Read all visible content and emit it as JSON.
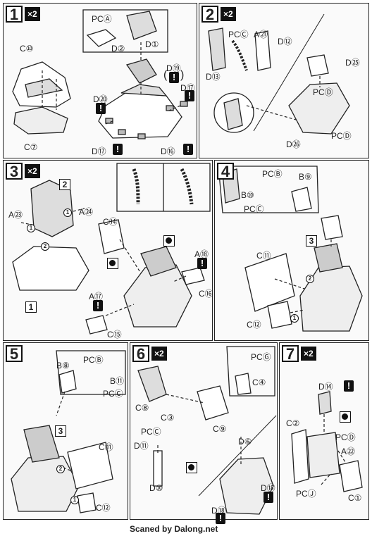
{
  "steps": [
    {
      "num": "1",
      "mult": "×2"
    },
    {
      "num": "2",
      "mult": "×2"
    },
    {
      "num": "3",
      "mult": "×2"
    },
    {
      "num": "4",
      "mult": ""
    },
    {
      "num": "5",
      "mult": ""
    },
    {
      "num": "6",
      "mult": "×2"
    },
    {
      "num": "7",
      "mult": "×2"
    }
  ],
  "labels": {
    "s1_c10": "C⑩",
    "s1_c7": "C⑦",
    "s1_pca": "PCⒶ",
    "s1_d2": "D②",
    "s1_d1": "D①",
    "s1_d19": "D⑲",
    "s1_d17a": "D⑰",
    "s1_d20": "D⑳",
    "s1_d17b": "D⑰",
    "s1_d16": "D⑯",
    "s2_pcc": "PCⒸ",
    "s2_a21": "A㉑",
    "s2_d12": "D⑫",
    "s2_d13": "D⑬",
    "s2_d25": "D㉕",
    "s2_pcd1": "PCⒹ",
    "s2_pcd2": "PCⒹ",
    "s2_d26": "D㉖",
    "s3_a23": "A㉓",
    "s3_a24": "A㉔",
    "s3_ref2": "2",
    "s3_ref1": "1",
    "s3_c14": "C⑭",
    "s3_a18": "A⑱",
    "s3_c16": "C⑯",
    "s3_a17": "A⑰",
    "s3_c15": "C⑮",
    "s4_pcb": "PCⒷ",
    "s4_b9": "B⑨",
    "s4_b10": "B⑩",
    "s4_pcc": "PCⒸ",
    "s4_ref3": "3",
    "s4_c11": "C⑪",
    "s4_c12": "C⑫",
    "s5_pcb": "PCⒷ",
    "s5_b8": "B⑧",
    "s5_b11": "B⑪",
    "s5_pcc": "PCⒸ",
    "s5_ref3": "3",
    "s5_c11": "C⑪",
    "s5_c12": "C⑫",
    "s6_pcg": "PCⒼ",
    "s6_c4": "C④",
    "s6_c8": "C⑧",
    "s6_c3": "C③",
    "s6_pcc": "PCⒸ",
    "s6_c9": "C⑨",
    "s6_d11": "D⑪",
    "s6_d10": "D⑩",
    "s6_d6": "D⑥",
    "s6_d18a": "D⑱",
    "s6_d18b": "D⑱",
    "s7_d14": "D⑭",
    "s7_c2": "C②",
    "s7_pcd": "PCⒹ",
    "s7_a22": "A㉒",
    "s7_pcj": "PCⒿ",
    "s7_c1": "C①"
  },
  "marks": {
    "warn": "!",
    "dot1": "1",
    "dot2": "2"
  },
  "credit": "Scaned by Dalong.net"
}
